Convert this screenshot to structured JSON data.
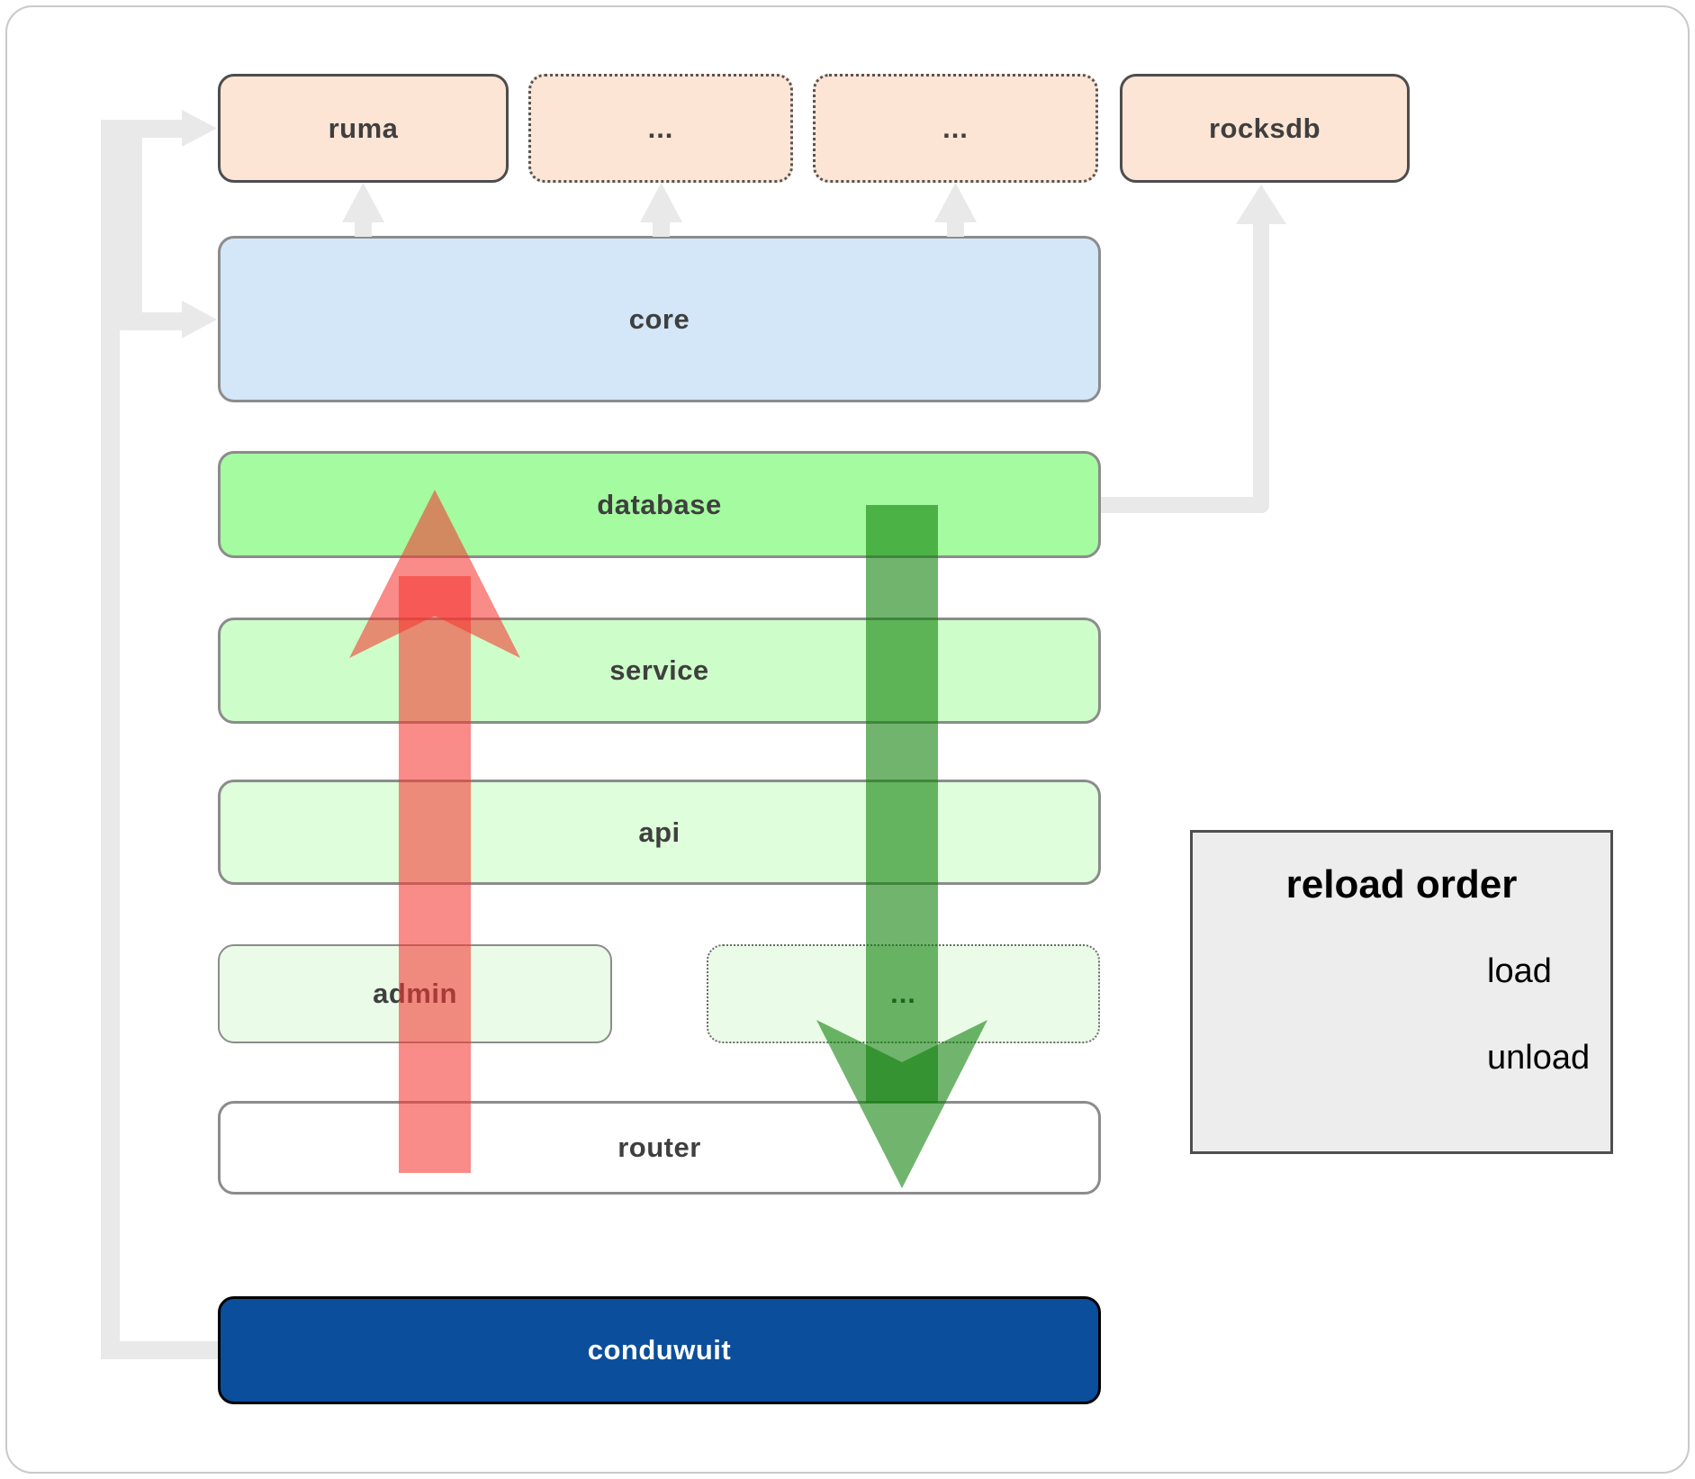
{
  "nodes": {
    "ruma": "ruma",
    "ellipsis_top_1": "...",
    "ellipsis_top_2": "...",
    "rocksdb": "rocksdb",
    "core": "core",
    "database": "database",
    "service": "service",
    "api": "api",
    "admin": "admin",
    "ellipsis_admin": "...",
    "router": "router",
    "conduwuit": "conduwuit"
  },
  "legend": {
    "title": "reload order",
    "items": [
      {
        "label": "load",
        "color": "#0a7d05"
      },
      {
        "label": "unload",
        "color": "#f53732"
      }
    ]
  },
  "colors": {
    "peach_fill": "#fce5d5",
    "core_fill": "#d4e7f9",
    "database_fill": "#a5fb9f",
    "service_fill": "#cdfec9",
    "api_fill": "#dffedb",
    "admin_fill": "#eafbe7",
    "router_fill": "#ffffff",
    "conduwuit_fill": "#0b4e9b",
    "connector_gray": "#e9e9e9",
    "load_arrow": "rgba(10,125,5,0.58)",
    "unload_arrow": "rgba(245,55,50,0.58)"
  }
}
